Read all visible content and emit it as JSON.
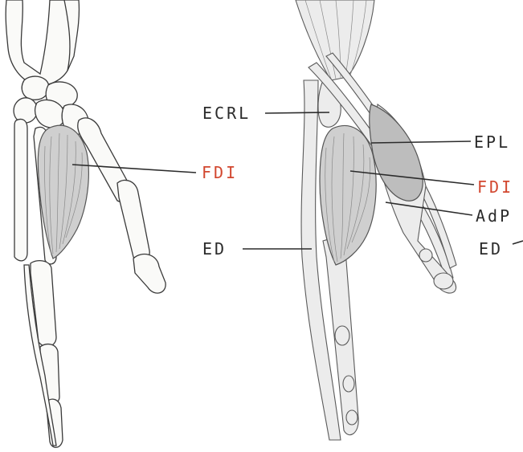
{
  "labels": {
    "left_fdi": "FDI",
    "ecrl": "ECRL",
    "ed_left": "ED",
    "epl": "EPL",
    "fdi_right": "FDI",
    "adp": "AdP",
    "ed_right": "ED"
  },
  "colors": {
    "highlight": "#d2472f",
    "ink": "#2b2b2b"
  }
}
